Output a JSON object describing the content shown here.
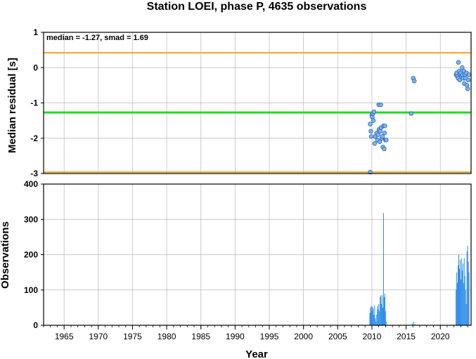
{
  "title": "Station LOEI, phase P, 4635 observations",
  "chart_data": [
    {
      "type": "scatter",
      "annotation": "median = -1.27, smad = 1.69",
      "ylabel": "Median residual [s]",
      "xlim": [
        1962,
        2024.5
      ],
      "ylim": [
        -3,
        1
      ],
      "yticks": [
        "1",
        "0",
        "-1",
        "-2",
        "-3"
      ],
      "grid": true,
      "colors": {
        "median": "#22dd22",
        "band": "#f5a623",
        "points": "#7ab6f5",
        "point_edge": "#2b5fb0"
      },
      "median_line": -1.27,
      "band_lines": [
        0.42,
        -2.96
      ],
      "points": [
        {
          "x": 2009.75,
          "y": -2.96
        },
        {
          "x": 2009.75,
          "y": -1.6
        },
        {
          "x": 2009.85,
          "y": -1.8
        },
        {
          "x": 2009.9,
          "y": -1.95
        },
        {
          "x": 2010.0,
          "y": -1.35
        },
        {
          "x": 2010.05,
          "y": -1.4
        },
        {
          "x": 2010.15,
          "y": -1.3
        },
        {
          "x": 2010.2,
          "y": -1.5
        },
        {
          "x": 2010.3,
          "y": -1.25
        },
        {
          "x": 2010.4,
          "y": -2.15
        },
        {
          "x": 2010.5,
          "y": -1.95
        },
        {
          "x": 2010.7,
          "y": -1.85
        },
        {
          "x": 2010.8,
          "y": -2.05
        },
        {
          "x": 2010.9,
          "y": -1.9
        },
        {
          "x": 2011.0,
          "y": -1.05
        },
        {
          "x": 2011.05,
          "y": -1.75
        },
        {
          "x": 2011.15,
          "y": -2.1
        },
        {
          "x": 2011.2,
          "y": -1.8
        },
        {
          "x": 2011.3,
          "y": -1.05
        },
        {
          "x": 2011.35,
          "y": -1.7
        },
        {
          "x": 2011.45,
          "y": -2.0
        },
        {
          "x": 2011.55,
          "y": -1.95
        },
        {
          "x": 2011.6,
          "y": -2.25
        },
        {
          "x": 2011.7,
          "y": -1.65
        },
        {
          "x": 2011.8,
          "y": -2.3
        },
        {
          "x": 2011.85,
          "y": -1.85
        },
        {
          "x": 2011.9,
          "y": -1.65
        },
        {
          "x": 2012.0,
          "y": -2.05
        },
        {
          "x": 2012.1,
          "y": -2.05
        },
        {
          "x": 2015.75,
          "y": -1.3
        },
        {
          "x": 2016.05,
          "y": -0.3
        },
        {
          "x": 2016.2,
          "y": -0.38
        },
        {
          "x": 2022.3,
          "y": -0.2
        },
        {
          "x": 2022.4,
          "y": -0.15
        },
        {
          "x": 2022.5,
          "y": -0.25
        },
        {
          "x": 2022.6,
          "y": -0.3
        },
        {
          "x": 2022.65,
          "y": 0.15
        },
        {
          "x": 2022.75,
          "y": -0.1
        },
        {
          "x": 2022.85,
          "y": -0.35
        },
        {
          "x": 2022.9,
          "y": -0.2
        },
        {
          "x": 2023.0,
          "y": -0.15
        },
        {
          "x": 2023.1,
          "y": -0.25
        },
        {
          "x": 2023.2,
          "y": 0.0
        },
        {
          "x": 2023.25,
          "y": -0.2
        },
        {
          "x": 2023.35,
          "y": -0.3
        },
        {
          "x": 2023.45,
          "y": -0.1
        },
        {
          "x": 2023.5,
          "y": -0.45
        },
        {
          "x": 2023.6,
          "y": -0.2
        },
        {
          "x": 2023.7,
          "y": -0.3
        },
        {
          "x": 2023.8,
          "y": -0.15
        },
        {
          "x": 2023.9,
          "y": -0.5
        },
        {
          "x": 2024.0,
          "y": -0.6
        },
        {
          "x": 2024.1,
          "y": -0.35
        },
        {
          "x": 2024.2,
          "y": -0.2
        }
      ]
    },
    {
      "type": "bar",
      "xlabel": "Year",
      "ylabel": "Observations",
      "xlim": [
        1962,
        2024.5
      ],
      "ylim": [
        0,
        400
      ],
      "yticks": [
        "400",
        "300",
        "200",
        "100",
        "0"
      ],
      "xticks": [
        "1965",
        "1970",
        "1975",
        "1980",
        "1985",
        "1990",
        "1995",
        "2000",
        "2005",
        "2010",
        "2015",
        "2020"
      ],
      "grid": true,
      "colors": {
        "bars": "#2f8ee8"
      },
      "bar_width_years": 0.1,
      "bars": [
        {
          "x": 2009.7,
          "y": 35
        },
        {
          "x": 2009.8,
          "y": 50
        },
        {
          "x": 2009.9,
          "y": 55
        },
        {
          "x": 2010.0,
          "y": 40
        },
        {
          "x": 2010.1,
          "y": 52
        },
        {
          "x": 2010.2,
          "y": 48
        },
        {
          "x": 2010.3,
          "y": 30
        },
        {
          "x": 2010.4,
          "y": 56
        },
        {
          "x": 2010.5,
          "y": 20
        },
        {
          "x": 2010.6,
          "y": 10
        },
        {
          "x": 2010.7,
          "y": 30
        },
        {
          "x": 2010.8,
          "y": 55
        },
        {
          "x": 2010.9,
          "y": 45
        },
        {
          "x": 2011.0,
          "y": 60
        },
        {
          "x": 2011.1,
          "y": 40
        },
        {
          "x": 2011.2,
          "y": 80
        },
        {
          "x": 2011.3,
          "y": 85
        },
        {
          "x": 2011.4,
          "y": 60
        },
        {
          "x": 2011.5,
          "y": 85
        },
        {
          "x": 2011.6,
          "y": 50
        },
        {
          "x": 2011.7,
          "y": 318
        },
        {
          "x": 2011.8,
          "y": 80
        },
        {
          "x": 2011.9,
          "y": 90
        },
        {
          "x": 2012.0,
          "y": 40
        },
        {
          "x": 2012.1,
          "y": 10
        },
        {
          "x": 2015.9,
          "y": 5
        },
        {
          "x": 2016.1,
          "y": 10
        },
        {
          "x": 2016.3,
          "y": 3
        },
        {
          "x": 2022.3,
          "y": 100
        },
        {
          "x": 2022.4,
          "y": 150
        },
        {
          "x": 2022.5,
          "y": 120
        },
        {
          "x": 2022.6,
          "y": 170
        },
        {
          "x": 2022.7,
          "y": 200
        },
        {
          "x": 2022.8,
          "y": 160
        },
        {
          "x": 2022.9,
          "y": 185
        },
        {
          "x": 2023.0,
          "y": 130
        },
        {
          "x": 2023.1,
          "y": 190
        },
        {
          "x": 2023.2,
          "y": 155
        },
        {
          "x": 2023.3,
          "y": 175
        },
        {
          "x": 2023.4,
          "y": 120
        },
        {
          "x": 2023.5,
          "y": 190
        },
        {
          "x": 2023.6,
          "y": 140
        },
        {
          "x": 2023.7,
          "y": 100
        },
        {
          "x": 2023.8,
          "y": 60
        },
        {
          "x": 2023.9,
          "y": 210
        },
        {
          "x": 2024.0,
          "y": 225
        },
        {
          "x": 2024.1,
          "y": 180
        },
        {
          "x": 2024.2,
          "y": 150
        }
      ]
    }
  ]
}
